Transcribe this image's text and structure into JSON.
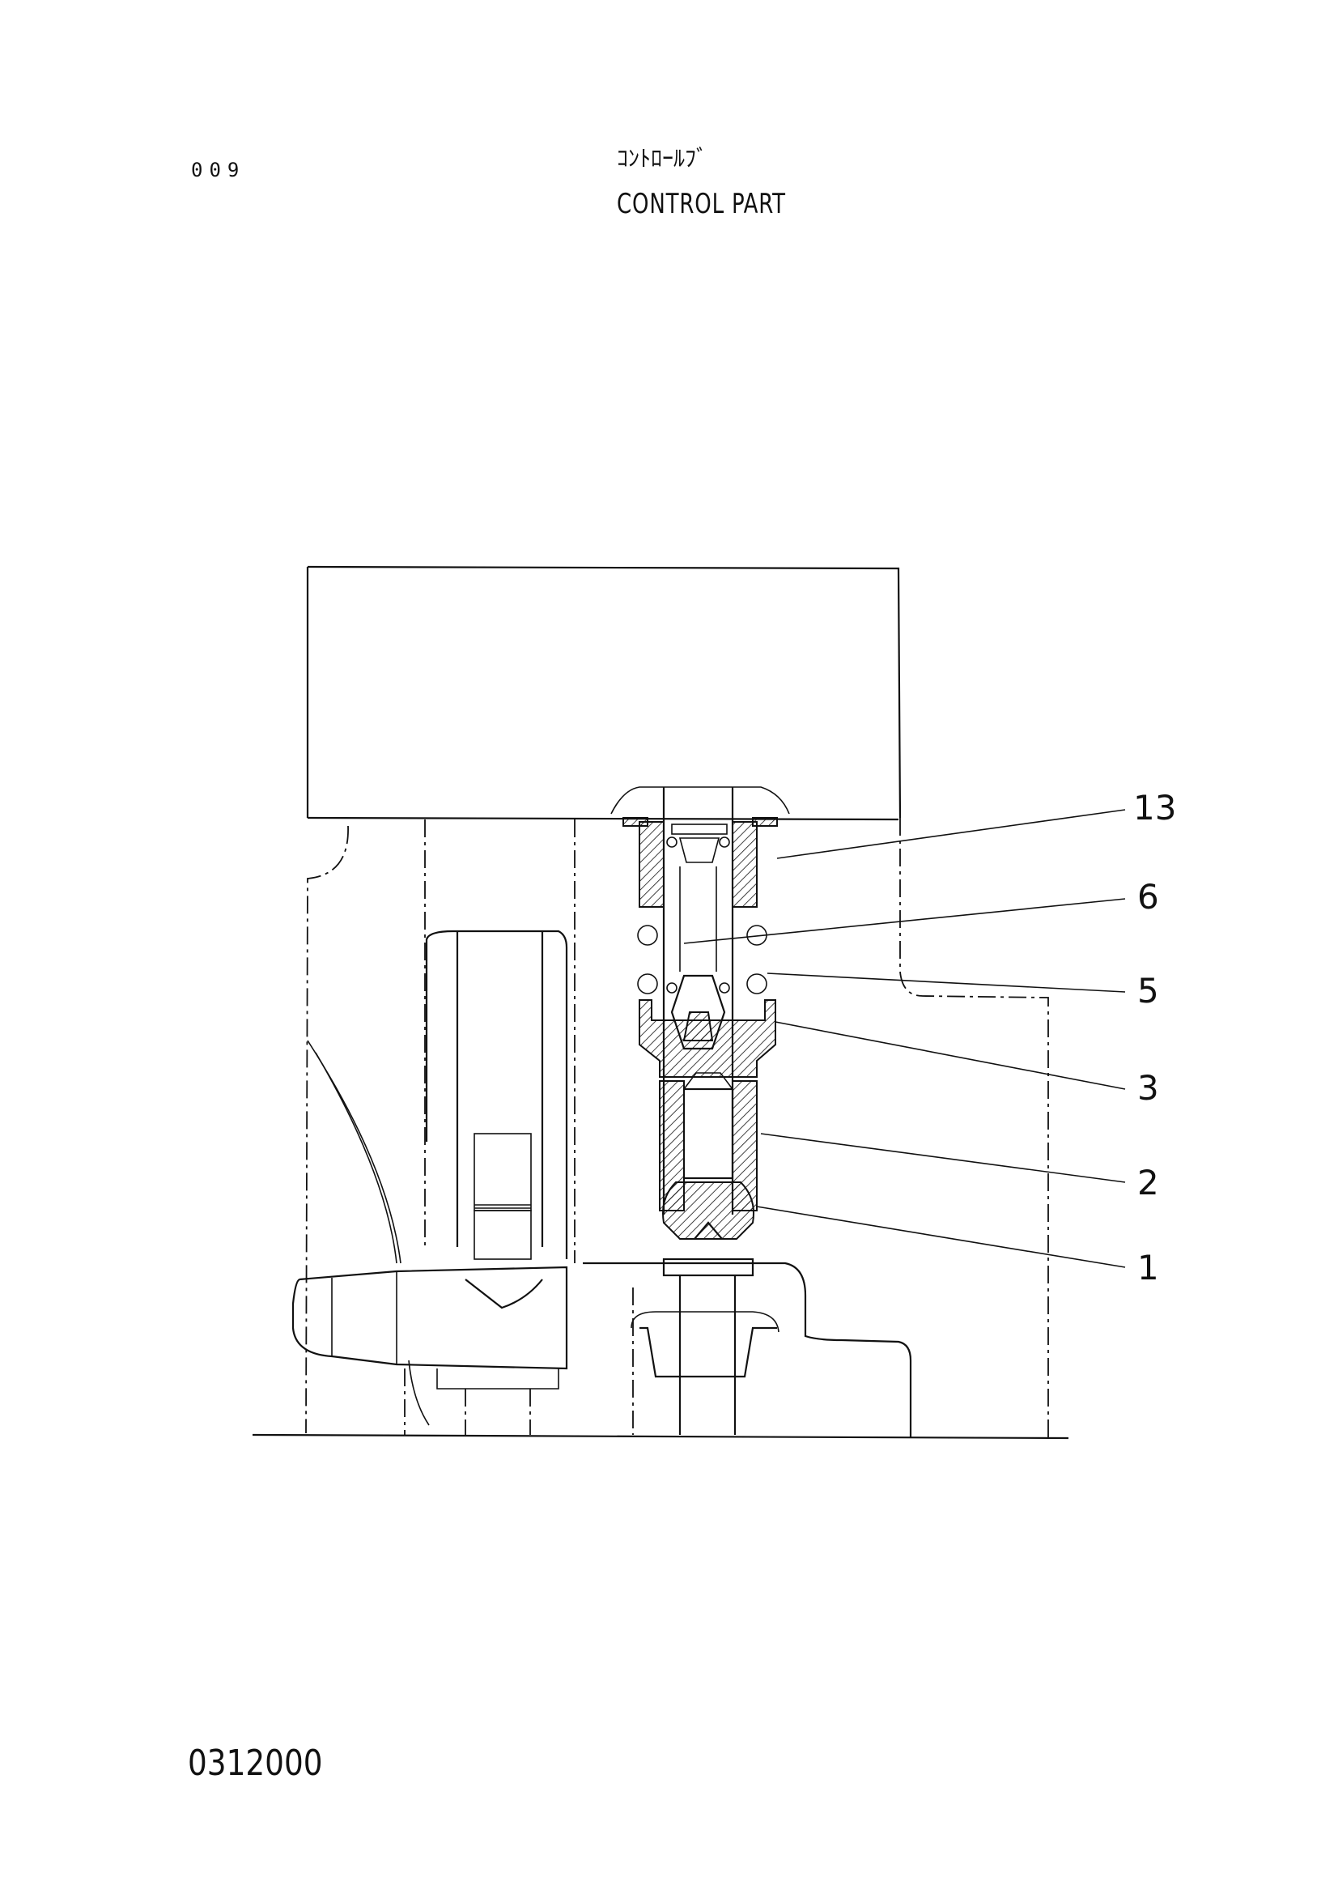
{
  "header": {
    "page_number": "009",
    "title_jp": "ｺﾝﾄﾛｰﾙﾌﾞ",
    "title_en": "CONTROL PART"
  },
  "footer": {
    "doc_code": "0312000"
  },
  "callouts": [
    {
      "id": "13",
      "label": "13"
    },
    {
      "id": "6",
      "label": "6"
    },
    {
      "id": "5",
      "label": "5"
    },
    {
      "id": "3",
      "label": "3"
    },
    {
      "id": "2",
      "label": "2"
    },
    {
      "id": "1",
      "label": "1"
    }
  ]
}
